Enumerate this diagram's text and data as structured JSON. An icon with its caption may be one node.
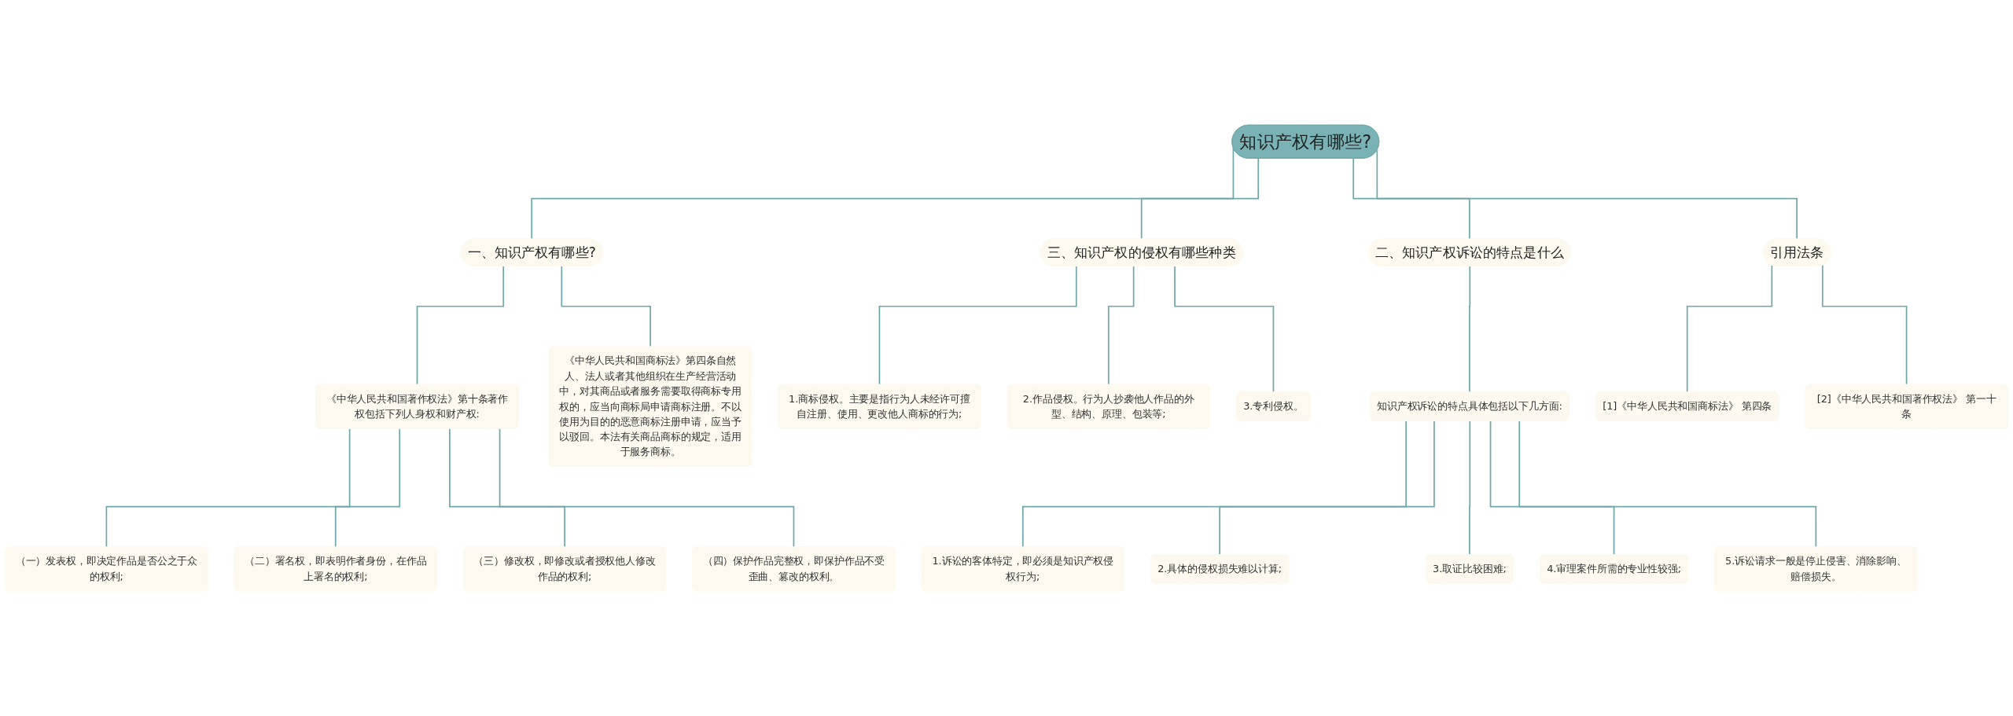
{
  "diagram": {
    "nodes": [
      {
        "text": [
          "知识产权有哪些?"
        ]
      },
      {
        "text": [
          "一、知识产权有哪些?"
        ]
      },
      {
        "text": [
          "《中华人民共和国著作权法》第十条著作权包括下列人身权和财产权:"
        ]
      },
      {
        "text": [
          "（一）发表权，即决定作品是否公之于众的权利;"
        ]
      },
      {
        "text": [
          "（二）署名权，即表明作者身份，在作品上署名的权利;"
        ]
      },
      {
        "text": [
          "（三）修改权，即修改或者授权他人修改作品的权利;"
        ]
      },
      {
        "text": [
          "（四）保护作品完整权，即保护作品不受歪曲、篡改的权利。"
        ]
      },
      {
        "text": [
          "《中华人民共和国商标法》第四条自然人、法人或者其他组织在生产经营活动中，对其商品或者服务需要取得商标专用权的，应当向商标局申请商标注册。不以使用为目的的恶意商标注册申请，应当予以驳回。本法有关商品商标的规定，适用于服务商标。"
        ]
      },
      {
        "text": [
          "三、知识产权的侵权有哪些种类"
        ]
      },
      {
        "text": [
          "1.商标侵权。主要是指行为人未经许可擅自注册、使用、更改他人商标的行为;"
        ]
      },
      {
        "text": [
          "2.作品侵权。行为人抄袭他人作品的外型、结构、原理、包装等;"
        ]
      },
      {
        "text": [
          "3.专利侵权。"
        ]
      },
      {
        "text": [
          "二、知识产权诉讼的特点是什么"
        ]
      },
      {
        "text": [
          "知识产权诉讼的特点具体包括以下几方面:"
        ]
      },
      {
        "text": [
          "1.诉讼的客体特定，即必须是知识产权侵权行为;"
        ]
      },
      {
        "text": [
          "2.具体的侵权损失难以计算;"
        ]
      },
      {
        "text": [
          "3.取证比较困难;"
        ]
      },
      {
        "text": [
          "4.审理案件所需的专业性较强;"
        ]
      },
      {
        "text": [
          "5.诉讼请求一般是停止侵害、消除影响、赔偿损失。"
        ]
      },
      {
        "text": [
          "引用法条"
        ]
      },
      {
        "text": [
          "[1]《中华人民共和国商标法》 第四条"
        ]
      },
      {
        "text": [
          "[2]《中华人民共和国著作权法》 第一十条"
        ]
      }
    ],
    "edges": [
      {
        "from": 0,
        "to": 1,
        "arrow": "none"
      },
      {
        "from": 1,
        "to": 2,
        "arrow": "none"
      },
      {
        "from": 2,
        "to": 3,
        "arrow": "none"
      },
      {
        "from": 2,
        "to": 4,
        "arrow": "none"
      },
      {
        "from": 2,
        "to": 5,
        "arrow": "none"
      },
      {
        "from": 2,
        "to": 6,
        "arrow": "none"
      },
      {
        "from": 1,
        "to": 7,
        "arrow": "none"
      },
      {
        "from": 0,
        "to": 8,
        "arrow": "none"
      },
      {
        "from": 8,
        "to": 9,
        "arrow": "none"
      },
      {
        "from": 8,
        "to": 10,
        "arrow": "none"
      },
      {
        "from": 8,
        "to": 11,
        "arrow": "none"
      },
      {
        "from": 0,
        "to": 12,
        "arrow": "none"
      },
      {
        "from": 12,
        "to": 13,
        "arrow": "none"
      },
      {
        "from": 13,
        "to": 14,
        "arrow": "none"
      },
      {
        "from": 13,
        "to": 15,
        "arrow": "none"
      },
      {
        "from": 13,
        "to": 16,
        "arrow": "none"
      },
      {
        "from": 13,
        "to": 17,
        "arrow": "none"
      },
      {
        "from": 13,
        "to": 18,
        "arrow": "none"
      },
      {
        "from": 0,
        "to": 19,
        "arrow": "none"
      },
      {
        "from": 19,
        "to": 20,
        "arrow": "none"
      },
      {
        "from": 19,
        "to": 21,
        "arrow": "none"
      }
    ]
  }
}
